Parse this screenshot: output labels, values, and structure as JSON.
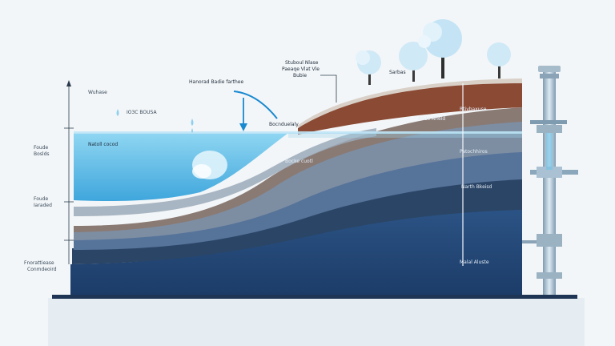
{
  "labels": {
    "left_top": "Wuhase",
    "water_surface_note": "IO3C BOUSA",
    "left_mid_1a": "Foude",
    "left_mid_1b": "Boslds",
    "left_mid_2a": "Foude",
    "left_mid_2b": "Iaraded",
    "left_bottom_a": "Fnorattiease",
    "left_bottom_b": "Conmdeoird",
    "top_arrow_label": "Hanorad Badie farthee",
    "top_right_a": "Stuboul Nlase",
    "top_right_b": "Paeaqe Vlat Vle",
    "top_right_c": "Bubie",
    "hill_top_label": "Sarbas",
    "shore_label": "Bocnduelaly",
    "lake_label": "Natoll cocod",
    "mid_wedge_label": "Bocke cuotl",
    "brown_layer_label": "Aedo Aheld",
    "right_layer_1": "Rtivbaxuse",
    "right_layer_2": "Patochhiros",
    "right_layer_3": "Narth Bkeisd",
    "right_layer_4": "Malal Aluste"
  },
  "colors": {
    "water": "#6fc3e8",
    "soil_brown": "#8a4a34",
    "clay_light": "#c4b8b0",
    "gravel_grey": "#7a889a",
    "aquifer_blue": "#5d7fa6",
    "deep_navy": "#24456f",
    "bedrock": "#1e3a63",
    "pipe": "#9fb9cc",
    "tree": "#bfe3f5"
  }
}
